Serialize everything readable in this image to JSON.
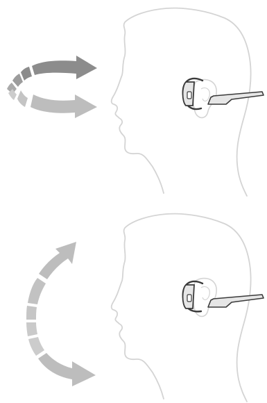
{
  "diagram": {
    "panels": [
      {
        "id": "top",
        "gesture": "head-shake",
        "arrow_icon": "horizontal-arrows-icon",
        "arrow_colors": [
          "#8c8c8c",
          "#bdbdbd"
        ]
      },
      {
        "id": "bottom",
        "gesture": "head-nod",
        "arrow_icon": "vertical-curved-arrow-icon",
        "arrow_colors": [
          "#bdbdbd"
        ]
      }
    ],
    "colors": {
      "head_outline": "#d4d4d4",
      "headset_outline": "#3a3a3a",
      "headset_fill": "#e6e6e6",
      "background": "#ffffff"
    }
  }
}
